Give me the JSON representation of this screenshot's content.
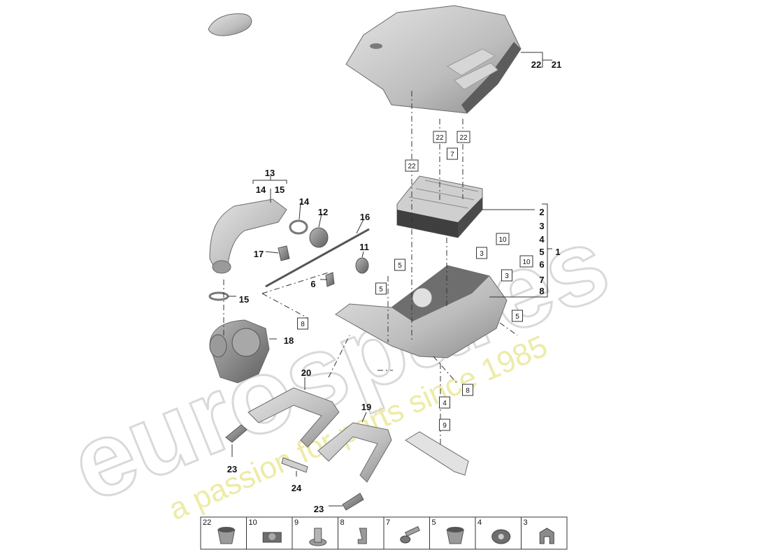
{
  "watermark": {
    "brand": "eurospares",
    "tagline": "a passion for parts since 1985"
  },
  "callouts": [
    {
      "id": "c22a",
      "text": "22",
      "boxed": false
    },
    {
      "id": "c21",
      "text": "21",
      "boxed": false
    },
    {
      "id": "c22b",
      "text": "22",
      "boxed": true
    },
    {
      "id": "c22c",
      "text": "22",
      "boxed": true
    },
    {
      "id": "c22d",
      "text": "22",
      "boxed": true
    },
    {
      "id": "c7a",
      "text": "7",
      "boxed": true
    },
    {
      "id": "c13",
      "text": "13",
      "boxed": false
    },
    {
      "id": "c14a",
      "text": "14",
      "boxed": false
    },
    {
      "id": "c15a",
      "text": "15",
      "boxed": false
    },
    {
      "id": "c14b",
      "text": "14",
      "boxed": false
    },
    {
      "id": "c12",
      "text": "12",
      "boxed": false
    },
    {
      "id": "c16",
      "text": "16",
      "boxed": false
    },
    {
      "id": "c2",
      "text": "2",
      "boxed": false
    },
    {
      "id": "c3",
      "text": "3",
      "boxed": false
    },
    {
      "id": "c4",
      "text": "4",
      "boxed": false
    },
    {
      "id": "c5",
      "text": "5",
      "boxed": false
    },
    {
      "id": "c1",
      "text": "1",
      "boxed": false
    },
    {
      "id": "c6",
      "text": "6",
      "boxed": false
    },
    {
      "id": "c7",
      "text": "7",
      "boxed": false
    },
    {
      "id": "c8",
      "text": "8",
      "boxed": false
    },
    {
      "id": "c10a",
      "text": "10",
      "boxed": true
    },
    {
      "id": "c3a",
      "text": "3",
      "boxed": true
    },
    {
      "id": "c17",
      "text": "17",
      "boxed": false
    },
    {
      "id": "c11",
      "text": "11",
      "boxed": false
    },
    {
      "id": "c5a",
      "text": "5",
      "boxed": true
    },
    {
      "id": "c10b",
      "text": "10",
      "boxed": true
    },
    {
      "id": "c3b",
      "text": "3",
      "boxed": true
    },
    {
      "id": "c6a",
      "text": "6",
      "boxed": false
    },
    {
      "id": "c5b",
      "text": "5",
      "boxed": true
    },
    {
      "id": "c15b",
      "text": "15",
      "boxed": false
    },
    {
      "id": "c8a",
      "text": "8",
      "boxed": true
    },
    {
      "id": "c5c",
      "text": "5",
      "boxed": true
    },
    {
      "id": "c18",
      "text": "18",
      "boxed": false
    },
    {
      "id": "c20",
      "text": "20",
      "boxed": false
    },
    {
      "id": "c8b",
      "text": "8",
      "boxed": true
    },
    {
      "id": "c4a",
      "text": "4",
      "boxed": true
    },
    {
      "id": "c19",
      "text": "19",
      "boxed": false
    },
    {
      "id": "c9a",
      "text": "9",
      "boxed": true
    },
    {
      "id": "c23a",
      "text": "23",
      "boxed": false
    },
    {
      "id": "c24",
      "text": "24",
      "boxed": false
    },
    {
      "id": "c23b",
      "text": "23",
      "boxed": false
    }
  ],
  "legend": [
    {
      "num": "22",
      "icon": "grommet-icon"
    },
    {
      "num": "10",
      "icon": "clip-bracket-icon"
    },
    {
      "num": "9",
      "icon": "expanding-rivet-icon"
    },
    {
      "num": "8",
      "icon": "hose-clip-icon"
    },
    {
      "num": "7",
      "icon": "screw-icon"
    },
    {
      "num": "5",
      "icon": "grommet-icon"
    },
    {
      "num": "4",
      "icon": "rubber-buffer-icon"
    },
    {
      "num": "3",
      "icon": "retaining-clip-icon"
    }
  ],
  "colors": {
    "part_fill": "#c9c9c9",
    "part_shadow": "#8f8f8f",
    "line": "#333333",
    "watermark_outline": "#d9d9d9",
    "watermark_tagline": "#e7e58a"
  }
}
